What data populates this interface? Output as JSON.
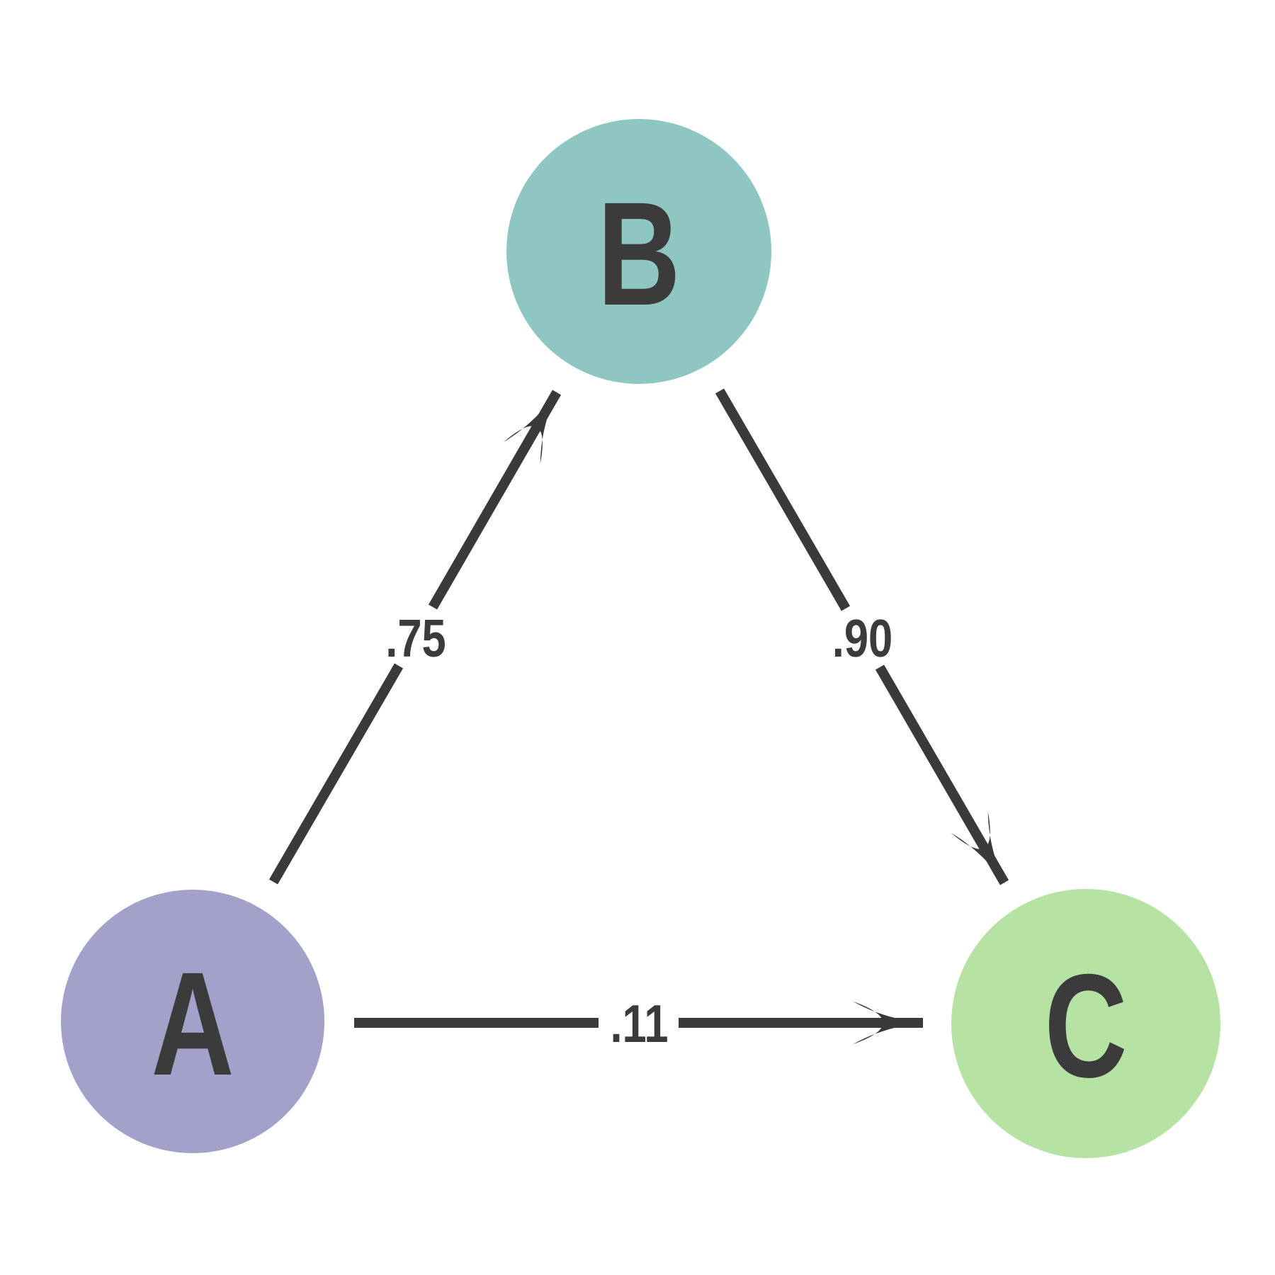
{
  "diagram": {
    "type": "directed-graph",
    "background_color": "#ffffff",
    "edge_color": "#3a3a3a",
    "text_color": "#3b3b3b",
    "nodes": [
      {
        "id": "A",
        "label": "A",
        "fill": "#a2a1c9"
      },
      {
        "id": "B",
        "label": "B",
        "fill": "#8ec6c1"
      },
      {
        "id": "C",
        "label": "C",
        "fill": "#b6e3a4"
      }
    ],
    "edges": [
      {
        "from": "A",
        "to": "B",
        "label": ".75",
        "directed": true
      },
      {
        "from": "B",
        "to": "C",
        "label": ".90",
        "directed": true
      },
      {
        "from": "A",
        "to": "C",
        "label": ".11",
        "directed": true
      }
    ]
  }
}
